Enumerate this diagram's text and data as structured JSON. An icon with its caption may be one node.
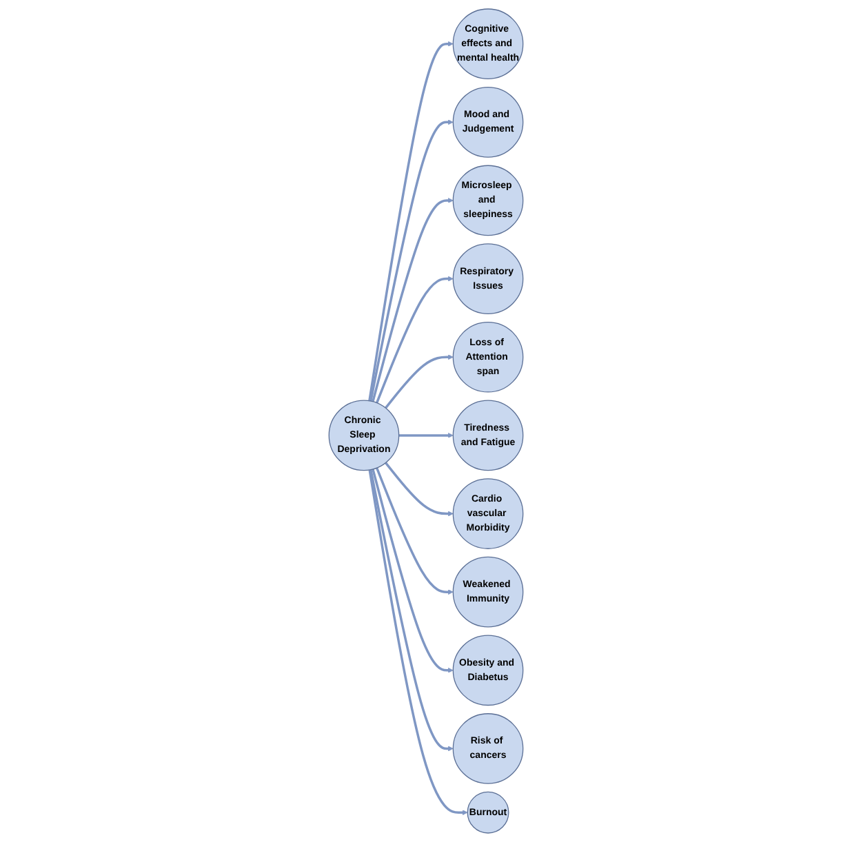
{
  "diagram": {
    "nodes": [
      {
        "text": [
          "Chronic Sleep Deprivation"
        ]
      },
      {
        "text": [
          "Cognitive effects and mental health"
        ]
      },
      {
        "text": [
          "Mood and Judgement"
        ]
      },
      {
        "text": [
          "Microsleep and sleepiness"
        ]
      },
      {
        "text": [
          "Respiratory Issues"
        ]
      },
      {
        "text": [
          "Loss of Attention span"
        ]
      },
      {
        "text": [
          "Tiredness and Fatigue"
        ]
      },
      {
        "text": [
          "Cardio vascular Morbidity"
        ]
      },
      {
        "text": [
          "Weakened Immunity"
        ]
      },
      {
        "text": [
          "Obesity and Diabetus"
        ]
      },
      {
        "text": [
          "Risk of cancers"
        ]
      },
      {
        "text": [
          "Burnout"
        ]
      }
    ],
    "edges": [
      {
        "from": 0,
        "to": 1,
        "arrow": "to"
      },
      {
        "from": 0,
        "to": 2,
        "arrow": "to"
      },
      {
        "from": 0,
        "to": 3,
        "arrow": "to"
      },
      {
        "from": 0,
        "to": 4,
        "arrow": "to"
      },
      {
        "from": 0,
        "to": 5,
        "arrow": "to"
      },
      {
        "from": 0,
        "to": 6,
        "arrow": "to"
      },
      {
        "from": 0,
        "to": 7,
        "arrow": "to"
      },
      {
        "from": 0,
        "to": 8,
        "arrow": "to"
      },
      {
        "from": 0,
        "to": 9,
        "arrow": "to"
      },
      {
        "from": 0,
        "to": 10,
        "arrow": "to"
      },
      {
        "from": 0,
        "to": 11,
        "arrow": "to"
      }
    ]
  }
}
